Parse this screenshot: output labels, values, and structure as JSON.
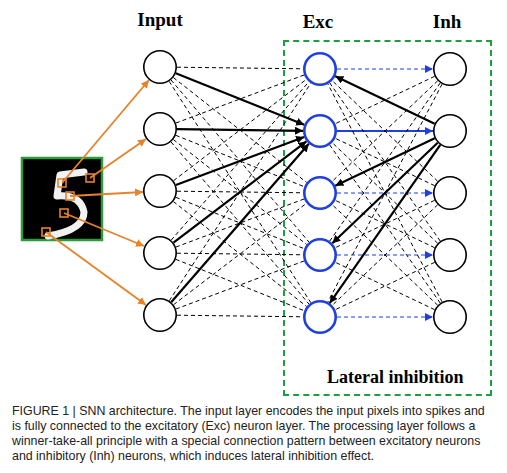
{
  "diagram": {
    "caption": "FIGURE 1 | SNN architecture. The input layer encodes the input pixels into spikes and is fully connected to the excitatory (Exc) neuron layer. The processing layer follows a winner-take-all principle with a special connection pattern between excitatory neurons and inhibitory (Inh) neurons, which induces lateral inhibition effect.",
    "nodes": [
      {
        "text": []
      },
      {
        "text": []
      },
      {
        "text": []
      },
      {
        "text": []
      },
      {
        "text": []
      },
      {
        "text": [
          "Lateral inhibition"
        ]
      },
      {
        "text": [],
        "in": 5
      },
      {
        "text": [],
        "in": 5
      },
      {
        "text": [],
        "in": 5
      },
      {
        "text": [],
        "in": 5
      },
      {
        "text": [],
        "in": 5
      },
      {
        "text": [],
        "in": 5
      },
      {
        "text": [],
        "in": 5
      },
      {
        "text": [],
        "in": 5
      },
      {
        "text": [],
        "in": 5
      },
      {
        "text": [],
        "in": 5
      }
    ],
    "edges": [
      {
        "from": 0,
        "to": 6,
        "arrow": "none"
      },
      {
        "from": 0,
        "to": 7,
        "arrow": "to"
      },
      {
        "from": 0,
        "to": 8,
        "arrow": "none"
      },
      {
        "from": 0,
        "to": 9,
        "arrow": "none"
      },
      {
        "from": 0,
        "to": 10,
        "arrow": "none"
      },
      {
        "from": 1,
        "to": 6,
        "arrow": "none"
      },
      {
        "from": 1,
        "to": 7,
        "arrow": "to"
      },
      {
        "from": 1,
        "to": 8,
        "arrow": "none"
      },
      {
        "from": 1,
        "to": 9,
        "arrow": "none"
      },
      {
        "from": 1,
        "to": 10,
        "arrow": "none"
      },
      {
        "from": 2,
        "to": 6,
        "arrow": "none"
      },
      {
        "from": 2,
        "to": 7,
        "arrow": "to"
      },
      {
        "from": 2,
        "to": 8,
        "arrow": "none"
      },
      {
        "from": 2,
        "to": 9,
        "arrow": "none"
      },
      {
        "from": 2,
        "to": 10,
        "arrow": "none"
      },
      {
        "from": 3,
        "to": 6,
        "arrow": "none"
      },
      {
        "from": 3,
        "to": 7,
        "arrow": "to"
      },
      {
        "from": 3,
        "to": 8,
        "arrow": "none"
      },
      {
        "from": 3,
        "to": 9,
        "arrow": "none"
      },
      {
        "from": 3,
        "to": 10,
        "arrow": "none"
      },
      {
        "from": 4,
        "to": 6,
        "arrow": "none"
      },
      {
        "from": 4,
        "to": 7,
        "arrow": "to"
      },
      {
        "from": 4,
        "to": 8,
        "arrow": "none"
      },
      {
        "from": 4,
        "to": 9,
        "arrow": "none"
      },
      {
        "from": 4,
        "to": 10,
        "arrow": "none"
      },
      {
        "from": 6,
        "to": 11,
        "arrow": "to"
      },
      {
        "from": 7,
        "to": 12,
        "arrow": "to"
      },
      {
        "from": 8,
        "to": 13,
        "arrow": "to"
      },
      {
        "from": 9,
        "to": 14,
        "arrow": "to"
      },
      {
        "from": 10,
        "to": 15,
        "arrow": "to"
      },
      {
        "from": 11,
        "to": 7,
        "arrow": "none"
      },
      {
        "from": 11,
        "to": 8,
        "arrow": "none"
      },
      {
        "from": 11,
        "to": 9,
        "arrow": "none"
      },
      {
        "from": 11,
        "to": 10,
        "arrow": "none"
      },
      {
        "from": 12,
        "to": 6,
        "arrow": "to"
      },
      {
        "from": 12,
        "to": 8,
        "arrow": "to"
      },
      {
        "from": 12,
        "to": 9,
        "arrow": "to"
      },
      {
        "from": 12,
        "to": 10,
        "arrow": "to"
      },
      {
        "from": 13,
        "to": 6,
        "arrow": "none"
      },
      {
        "from": 13,
        "to": 7,
        "arrow": "none"
      },
      {
        "from": 13,
        "to": 9,
        "arrow": "none"
      },
      {
        "from": 13,
        "to": 10,
        "arrow": "none"
      },
      {
        "from": 14,
        "to": 6,
        "arrow": "none"
      },
      {
        "from": 14,
        "to": 7,
        "arrow": "none"
      },
      {
        "from": 14,
        "to": 8,
        "arrow": "none"
      },
      {
        "from": 14,
        "to": 10,
        "arrow": "none"
      },
      {
        "from": 15,
        "to": 6,
        "arrow": "none"
      },
      {
        "from": 15,
        "to": 7,
        "arrow": "none"
      },
      {
        "from": 15,
        "to": 8,
        "arrow": "none"
      },
      {
        "from": 15,
        "to": 9,
        "arrow": "none"
      }
    ],
    "labels": [
      "Input",
      "Exc",
      "Inh"
    ]
  }
}
